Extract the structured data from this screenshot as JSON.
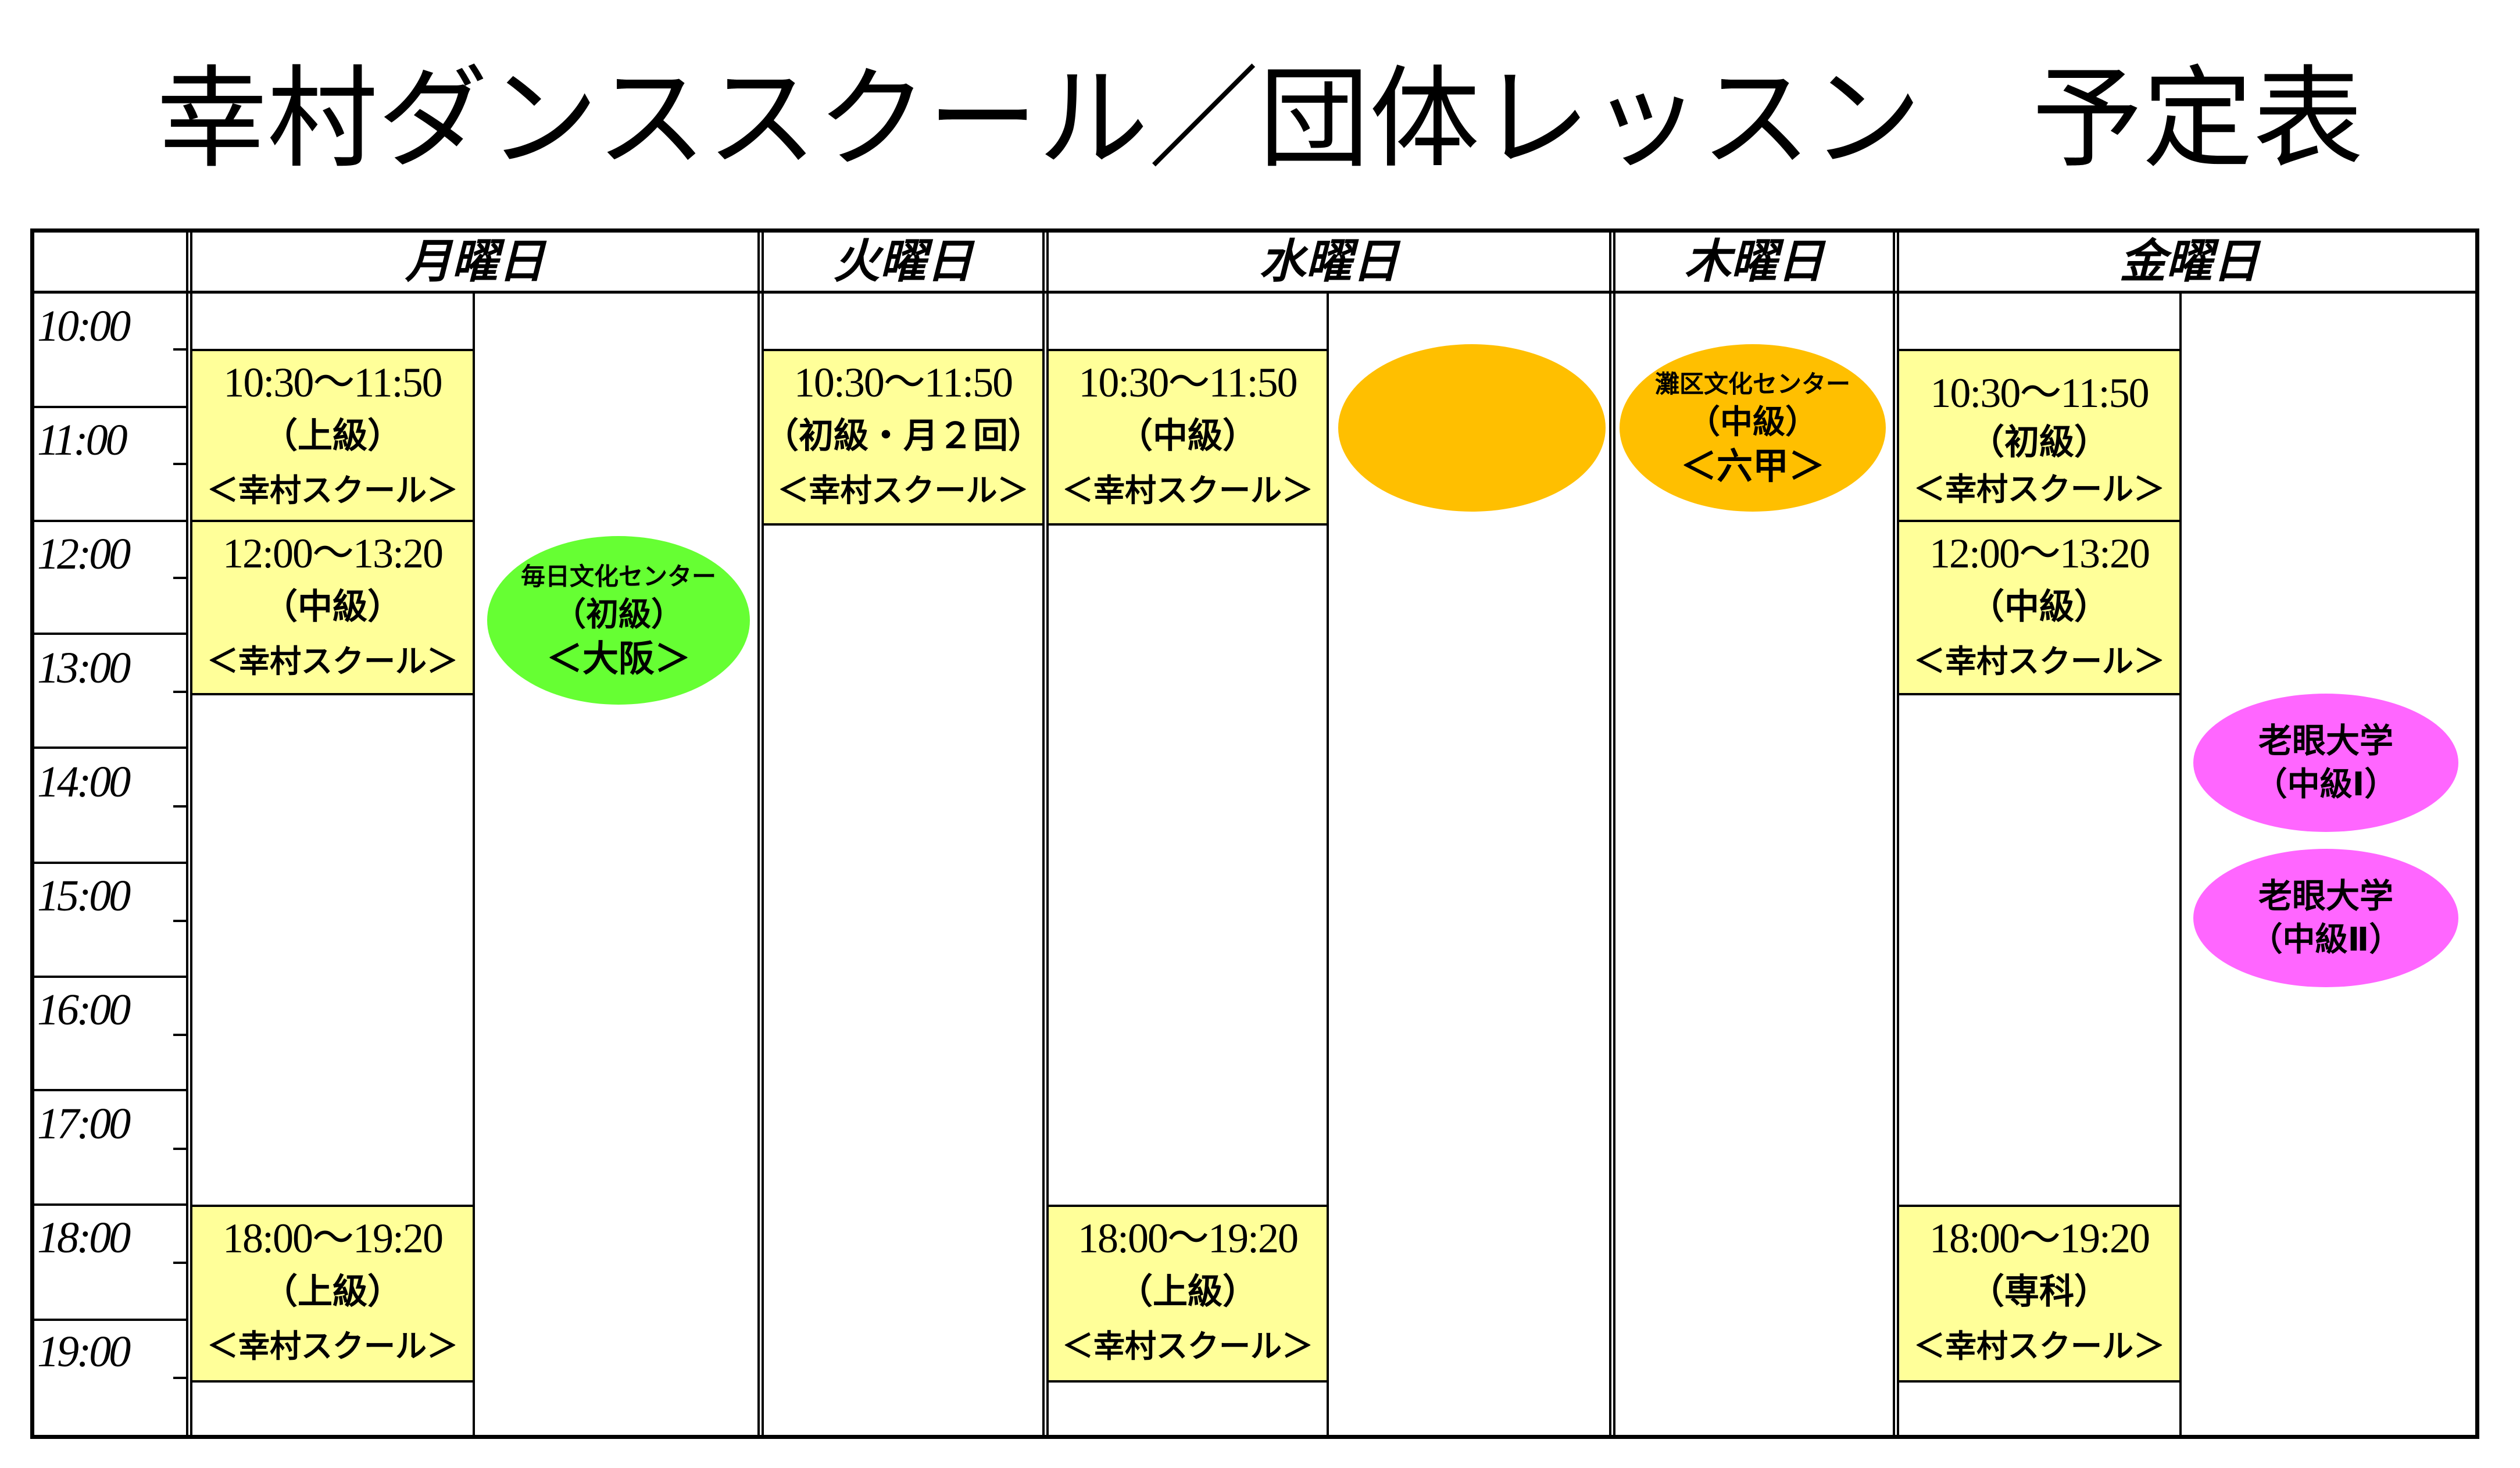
{
  "title": "幸村ダンススクール／団体レッスン　予定表",
  "days": [
    "月曜日",
    "火曜日",
    "水曜日",
    "木曜日",
    "金曜日"
  ],
  "times": [
    "10:00",
    "11:00",
    "12:00",
    "13:00",
    "14:00",
    "15:00",
    "16:00",
    "17:00",
    "18:00",
    "19:00"
  ],
  "classes": [
    {
      "time": "10:30〜11:50",
      "level": "（上級）",
      "venue": "＜幸村スクール＞"
    },
    {
      "time": "12:00〜13:20",
      "level": "（中級）",
      "venue": "＜幸村スクール＞"
    },
    {
      "time": "18:00〜19:20",
      "level": "（上級）",
      "venue": "＜幸村スクール＞"
    },
    {
      "time": "10:30〜11:50",
      "level": "（初級・月２回）",
      "venue": "＜幸村スクール＞"
    },
    {
      "time": "10:30〜11:50",
      "level": "（中級）",
      "venue": "＜幸村スクール＞"
    },
    {
      "time": "18:00〜19:20",
      "level": "（上級）",
      "venue": "＜幸村スクール＞"
    },
    {
      "time": "10:30〜11:50",
      "level": "（初級）",
      "venue": "＜幸村スクール＞"
    },
    {
      "time": "12:00〜13:20",
      "level": "（中級）",
      "venue": "＜幸村スクール＞"
    },
    {
      "time": "18:00〜19:20",
      "level": "（専科）",
      "venue": "＜幸村スクール＞"
    }
  ],
  "ovals": [
    {
      "line1": "毎日文化センター",
      "line2": "（初級）",
      "line3": "＜大阪＞",
      "color": "#66ff33"
    },
    {
      "line1": "",
      "line2": "",
      "line3": "",
      "color": "#ffbf00"
    },
    {
      "line1": "灘区文化センター",
      "line2": "（中級）",
      "line3": "＜六甲＞",
      "color": "#ffbf00"
    },
    {
      "line1": "老眼大学",
      "line2": "（中級Ⅰ）",
      "color": "#ff66ff"
    },
    {
      "line1": "老眼大学",
      "line2": "（中級Ⅱ）",
      "color": "#ff66ff"
    }
  ],
  "colors": {
    "class_fill": "#ffff99",
    "border": "#000000"
  }
}
